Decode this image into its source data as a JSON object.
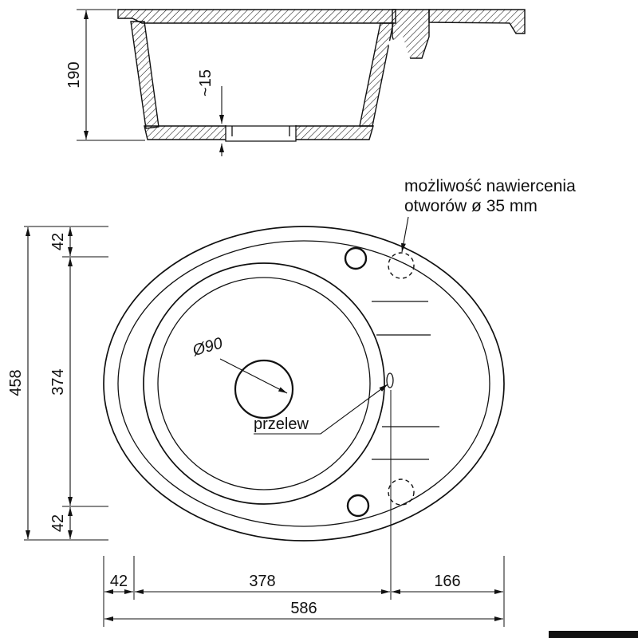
{
  "section_view": {
    "depth_dim": "190",
    "bottom_thickness_dim": "~15"
  },
  "plan_view": {
    "note": {
      "line1": "możliwość nawiercenia",
      "line2": "otworów ø 35 mm"
    },
    "drain_diameter_label": "Ø90",
    "overflow_label": "przelew",
    "vertical_dims": {
      "top_offset": "42",
      "middle": "374",
      "bottom_offset": "42",
      "total": "458"
    },
    "horizontal_dims": {
      "left_offset": "42",
      "bowl_span": "378",
      "right_span": "166",
      "total": "586"
    }
  },
  "colors": {
    "line": "#111111",
    "background": "#ffffff"
  }
}
